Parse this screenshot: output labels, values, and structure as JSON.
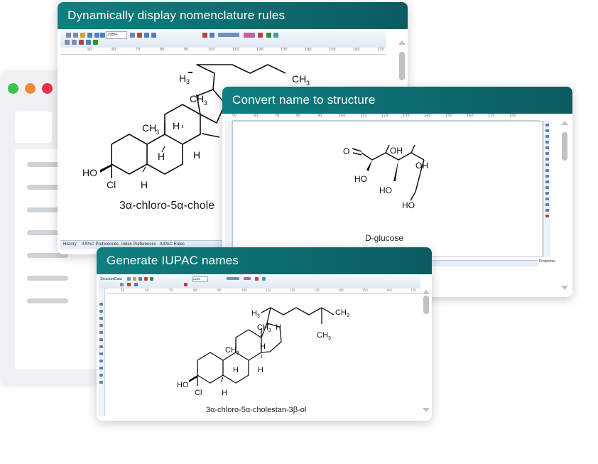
{
  "windows": {
    "rules": {
      "title": "Dynamically display nomenclature rules",
      "zoom": "225%",
      "compound_name": "3α-chloro-5α-chole",
      "tabs": [
        "History",
        "IUPAC Preferences",
        "Index Preferences",
        "IUPAC Rules"
      ],
      "ruler": [
        "50",
        "60",
        "70",
        "80",
        "90",
        "100",
        "110",
        "120",
        "130",
        "140",
        "150",
        "160",
        "170"
      ]
    },
    "convert": {
      "title": "Convert name to structure",
      "compound_name": "D-glucose",
      "properties_label": "Properties",
      "ruler": [
        "50",
        "60",
        "70",
        "80",
        "90",
        "100",
        "110",
        "120",
        "130",
        "140",
        "150",
        "160",
        "170",
        "180"
      ]
    },
    "generate": {
      "title": "Generate IUPAC names",
      "zoom": "225%",
      "tabs": [
        "Structure",
        "Data"
      ],
      "compound_name": "3α-chloro-5α-cholestan-3β-ol",
      "ruler": [
        "50",
        "60",
        "70",
        "80",
        "90",
        "100",
        "110",
        "120",
        "130",
        "140",
        "150",
        "160",
        "170"
      ]
    }
  },
  "atoms": {
    "ch3": "CH",
    "sub3": "3",
    "h3c": "H",
    "h": "H",
    "ho": "HO",
    "cl": "Cl",
    "o": "O",
    "oh": "OH"
  },
  "colors": {
    "title_bar_start": "#0f7f80",
    "title_bar_end": "#0b5c60",
    "traffic_green": "#3dc24c",
    "traffic_orange": "#f08a3c",
    "traffic_red": "#e8304a"
  }
}
